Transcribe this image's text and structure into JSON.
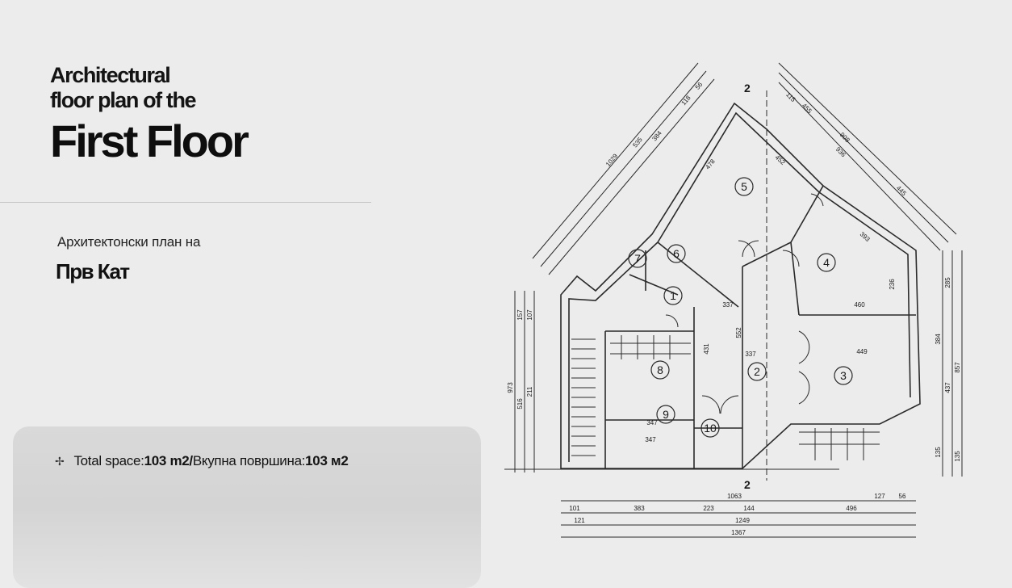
{
  "title": {
    "line1": "Architectural",
    "line2": "floor plan of the",
    "main": "First Floor"
  },
  "subtitle": {
    "line": "Архитектонски план на",
    "main": "Прв Кат"
  },
  "info": {
    "icon": "sparkle-icon",
    "label_en": "Total space: ",
    "value_en": "103 m2",
    "separator": " / ",
    "label_mk": "Вкупна површина: ",
    "value_mk": "103 м2"
  },
  "plan": {
    "section_marks": [
      "2",
      "2"
    ],
    "rooms": [
      "1",
      "2",
      "3",
      "4",
      "5",
      "6",
      "7",
      "8",
      "9",
      "10"
    ],
    "bottom_dims": [
      "1063",
      "127",
      "56",
      "101",
      "383",
      "223",
      "144",
      "496",
      "121",
      "1249",
      "1367"
    ],
    "left_dims": [
      "973",
      "516",
      "211",
      "157",
      "107"
    ],
    "right_dims": [
      "857",
      "437",
      "384",
      "285",
      "135",
      "135"
    ],
    "interior_dims": [
      "337",
      "337",
      "460",
      "449",
      "552",
      "431",
      "347",
      "347",
      "478",
      "452",
      "393",
      "236"
    ],
    "diagonal_left": [
      "1029",
      "535",
      "384",
      "118",
      "56"
    ],
    "diagonal_right": [
      "115",
      "455",
      "908",
      "936",
      "445"
    ]
  }
}
